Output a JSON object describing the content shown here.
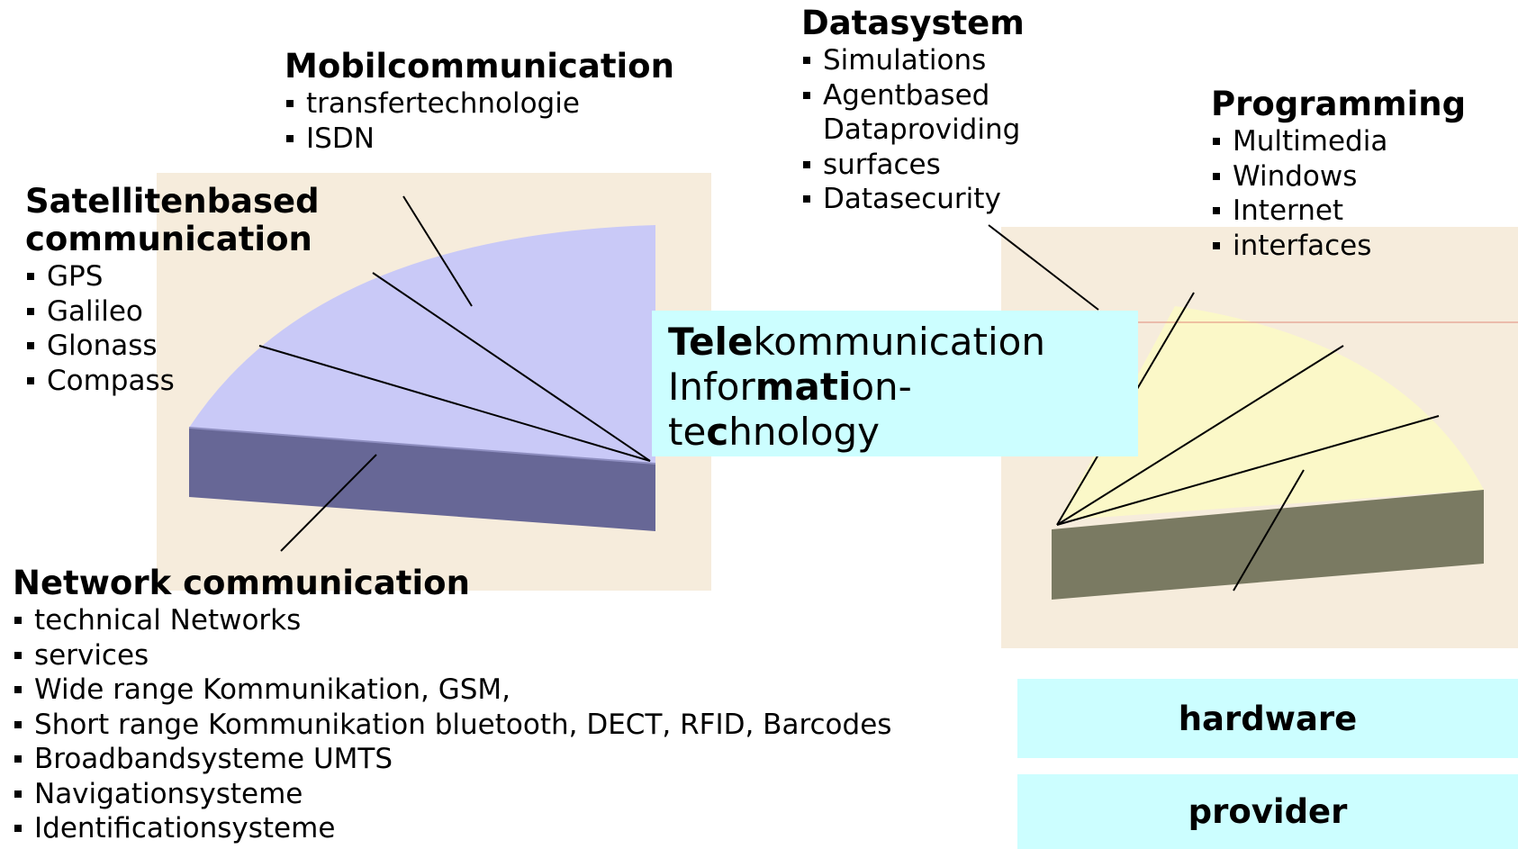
{
  "mobil": {
    "heading": "Mobilcommunication",
    "items": [
      "transfertechnologie",
      "ISDN"
    ]
  },
  "datasystem": {
    "heading": "Datasystem",
    "items": [
      "Simulations",
      "Agentbased",
      "Dataproviding",
      "surfaces",
      "Datasecurity"
    ]
  },
  "programming": {
    "heading": "Programming",
    "items": [
      "Multimedia",
      "Windows",
      "Internet",
      "interfaces"
    ]
  },
  "satellite": {
    "heading_line1": "Satellitenbased",
    "heading_line2": "communication",
    "items": [
      "GPS",
      "Galileo",
      "Glonass",
      "Compass"
    ]
  },
  "network": {
    "heading": "Network communication",
    "items": [
      "technical Networks",
      "services",
      "Wide range Kommunikation, GSM,",
      "Short range Kommunikation bluetooth, DECT,  RFID, Barcodes",
      "Broadbandsysteme UMTS",
      "Navigationsysteme",
      "Identificationsysteme"
    ]
  },
  "center": {
    "line1_bold": "Tele",
    "line1_rest": "kommunication",
    "line2_a": "Infor",
    "line2_bold": "mati",
    "line2_c": "on-",
    "line3_a": "te",
    "line3_bold": "c",
    "line3_c": "hnology"
  },
  "boxes": {
    "hardware": "hardware",
    "provider": "provider"
  },
  "colors": {
    "left_top": "#c9c9f7",
    "left_side": "#676796",
    "right_top": "#fbf8c8",
    "right_side": "#7a7a62",
    "panel_bg": "#f6ecdc",
    "box_bg": "#ccfeff"
  }
}
